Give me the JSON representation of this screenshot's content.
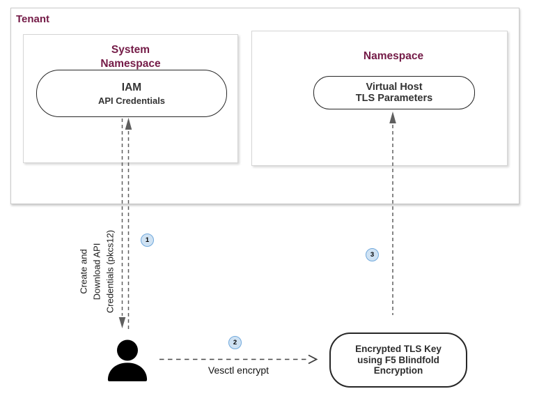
{
  "diagram": {
    "tenant": {
      "label": "Tenant"
    },
    "system_namespace": {
      "title_lines": [
        "System",
        "Namespace"
      ],
      "iam_node": {
        "title": "IAM",
        "subtitle": "API Credentials"
      }
    },
    "namespace": {
      "title": "Namespace",
      "virtual_host_node": {
        "lines": [
          "Virtual Host",
          "TLS Parameters"
        ]
      }
    },
    "encrypted_tls_node": {
      "lines": [
        "Encrypted TLS Key",
        "using F5 Blindfold",
        "Encryption"
      ]
    },
    "annotations": {
      "create_credentials_lines": [
        "Create and",
        "Download API",
        "Credentials (pkcs12)"
      ],
      "vesctl_encrypt": "Vesctl encrypt"
    },
    "steps": [
      {
        "number": "1"
      },
      {
        "number": "2"
      },
      {
        "number": "3"
      }
    ],
    "icons": {
      "actor": "user-silhouette"
    },
    "colors": {
      "heading": "#741b47",
      "node_text": "#333333",
      "badge_fill": "#cfe2f3",
      "badge_border": "#6fa8dc",
      "connector": "#5f5f5f",
      "box_border": "#d5d5d5",
      "node_border": "#262626"
    }
  }
}
